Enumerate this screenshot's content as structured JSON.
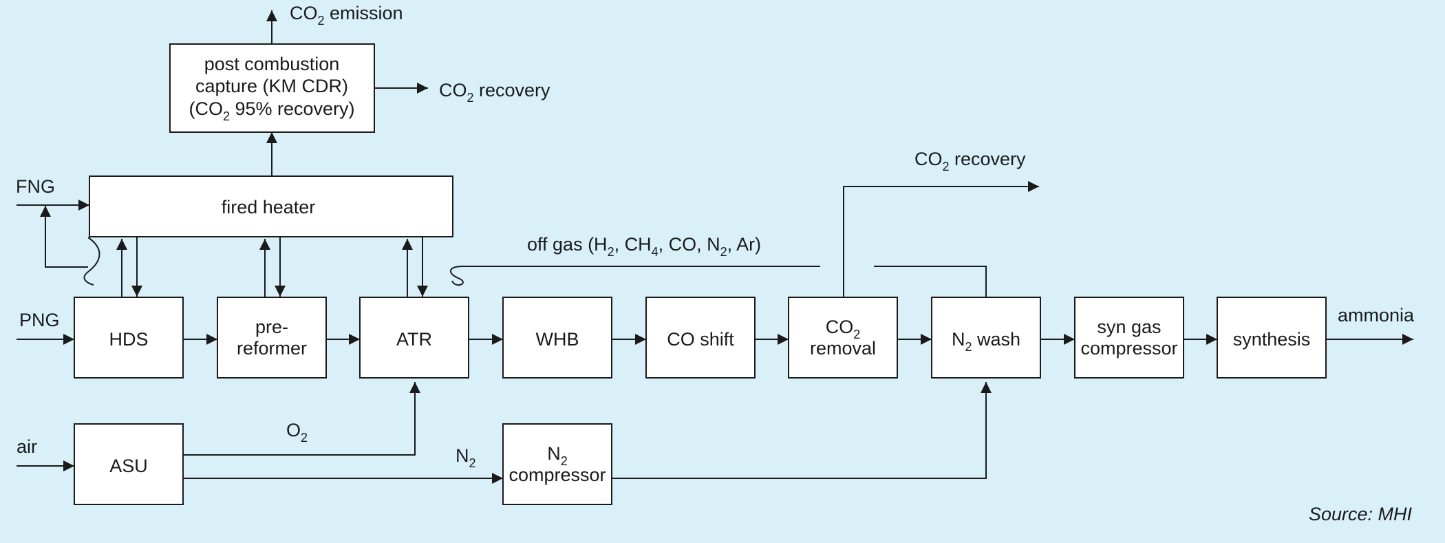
{
  "colors": {
    "background": "#d9f0f9",
    "box_fill": "#ffffff",
    "stroke": "#1a1a1a"
  },
  "boxes": {
    "post_combustion": {
      "line1": "post combustion",
      "line2": "capture (KM CDR)",
      "line3_pre": "(CO",
      "line3_sub": "2",
      "line3_post": " 95% recovery)"
    },
    "fired_heater": "fired heater",
    "hds": "HDS",
    "pre_reformer": {
      "line1": "pre-",
      "line2": "reformer"
    },
    "atr": "ATR",
    "whb": "WHB",
    "co_shift": "CO shift",
    "co2_removal": {
      "line1_pre": "CO",
      "line1_sub": "2",
      "line2": "removal"
    },
    "n2_wash": {
      "pre": "N",
      "sub": "2",
      "post": " wash"
    },
    "syn_gas_compressor": {
      "line1": "syn gas",
      "line2": "compressor"
    },
    "synthesis": "synthesis",
    "asu": "ASU",
    "n2_compressor": {
      "line1_pre": "N",
      "line1_sub": "2",
      "line2": "compressor"
    }
  },
  "labels": {
    "co2_emission": {
      "pre": "CO",
      "sub": "2",
      "post": " emission"
    },
    "co2_recovery_top": {
      "pre": "CO",
      "sub": "2",
      "post": " recovery"
    },
    "co2_recovery_mid": {
      "pre": "CO",
      "sub": "2",
      "post": " recovery"
    },
    "fng": "FNG",
    "png": "PNG",
    "air": "air",
    "o2": {
      "pre": "O",
      "sub": "2"
    },
    "n2": {
      "pre": "N",
      "sub": "2"
    },
    "ammonia": "ammonia",
    "off_gas": {
      "t1": "off gas (H",
      "s1": "2",
      "t2": ", CH",
      "s2": "4",
      "t3": ", CO, N",
      "s3": "2",
      "t4": ", Ar)"
    },
    "source": "Source: MHI"
  }
}
